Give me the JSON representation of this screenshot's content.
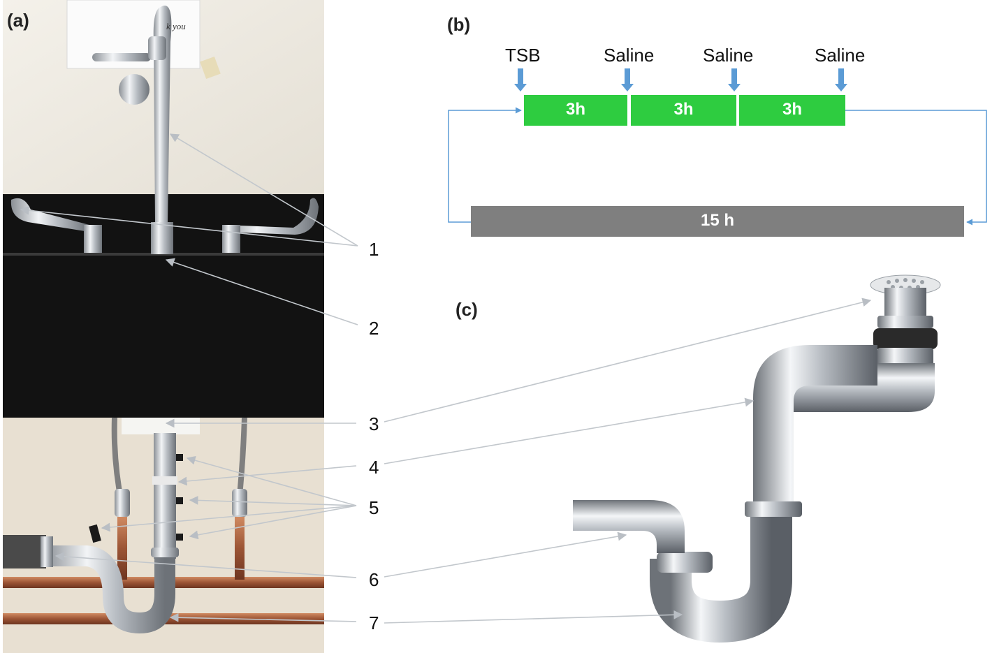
{
  "panels": {
    "a": "(a)",
    "b": "(b)",
    "c": "(c)"
  },
  "photo": {
    "note_text": "k you"
  },
  "callouts": [
    "1",
    "2",
    "3",
    "4",
    "5",
    "6",
    "7"
  ],
  "timeline": {
    "inputs": [
      "TSB",
      "Saline",
      "Saline",
      "Saline"
    ],
    "phases": [
      "3h",
      "3h",
      "3h"
    ],
    "rest": "15 h"
  },
  "colors": {
    "phase_green": "#2ecc40",
    "rest_gray": "#7f7f7f",
    "arrow_blue": "#5b9bd5",
    "wall": "#efece4",
    "splash_black": "#121212",
    "copper": "#b06a45",
    "chrome": "#c9ccd0"
  }
}
